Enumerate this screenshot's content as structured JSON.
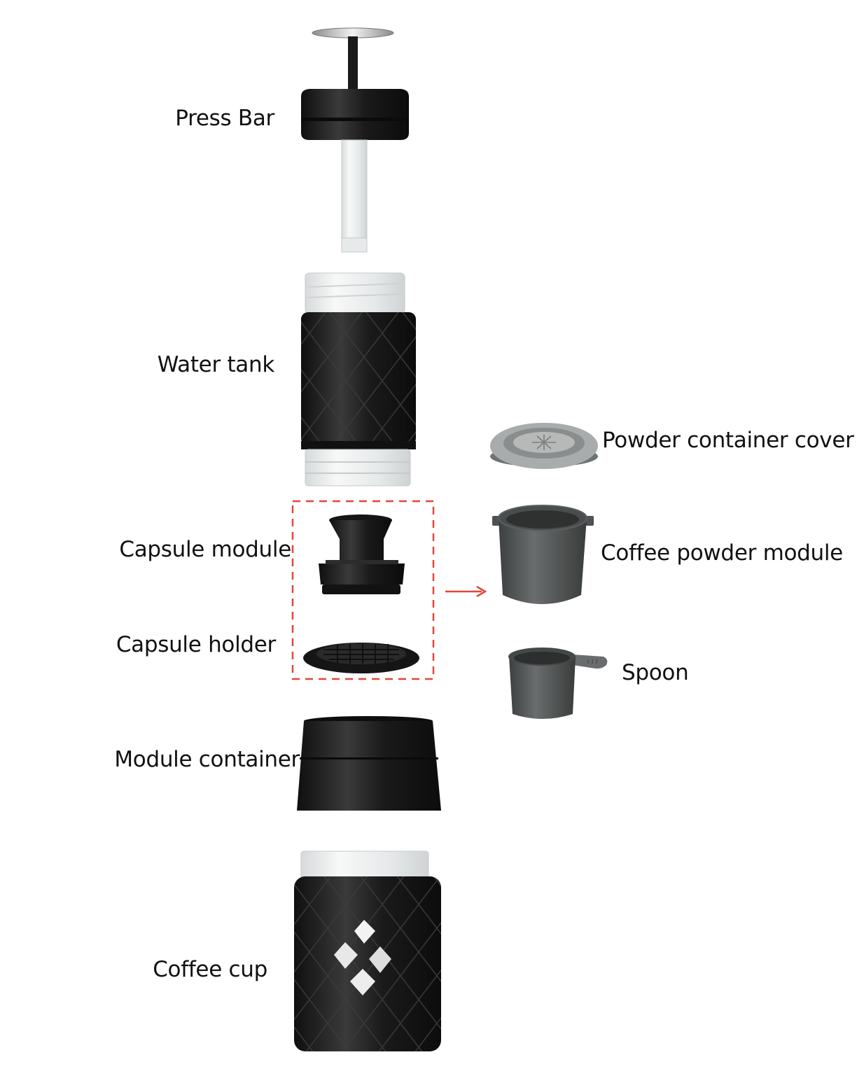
{
  "labels": {
    "press_bar": "Press Bar",
    "water_tank": "Water tank",
    "capsule_module": "Capsule module",
    "capsule_holder": "Capsule holder",
    "module_container": "Module container",
    "coffee_cup": "Coffee cup",
    "powder_container_cover": "Powder container cover",
    "coffee_powder_module": "Coffee powder module",
    "spoon": "Spoon"
  },
  "colors": {
    "part_black": "#1b1b1b",
    "part_grey": "#5a5d5d",
    "cover_grey": "#a9acac",
    "glass": "#eef0f1",
    "dashed_box": "#e0473a",
    "arrow": "#e0473a"
  }
}
